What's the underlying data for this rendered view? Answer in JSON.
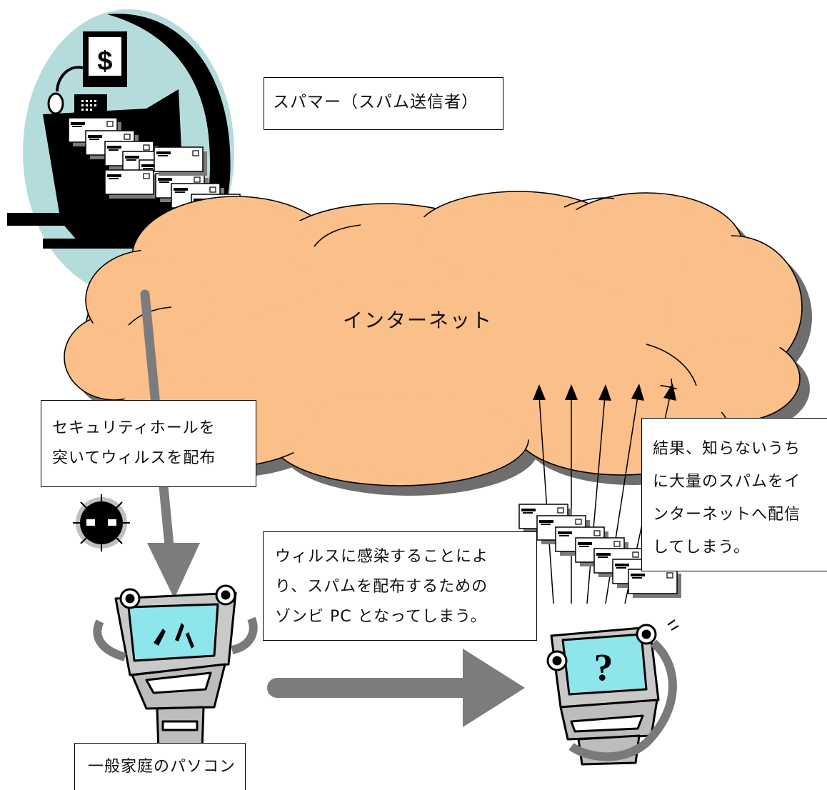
{
  "labels": {
    "spammer": "スパマー（スパム送信者）",
    "internet": "インターネット",
    "security": [
      "セキュリティホールを",
      "突いてウィルスを配布"
    ],
    "result": [
      "結果、知らないうち",
      "に大量のスパムをイ",
      "ンターネットへ配信",
      "してしまう。"
    ],
    "infection": [
      "ウィルスに感染することによ",
      "り、スパムを配布するための",
      "ゾンビ PC となってしまう。"
    ],
    "home_pc": "一般家庭のパソコン"
  },
  "icons": {
    "dollar_sign": "$",
    "question_mark": "?"
  },
  "colors": {
    "cloud_fill": "#fbbf8a",
    "cloud_shadow": "#6e6e6e",
    "spammer_oval": "#b5dcdc",
    "arrow_gray": "#7c7c7c",
    "screen_blue": "#8ee6ec"
  }
}
